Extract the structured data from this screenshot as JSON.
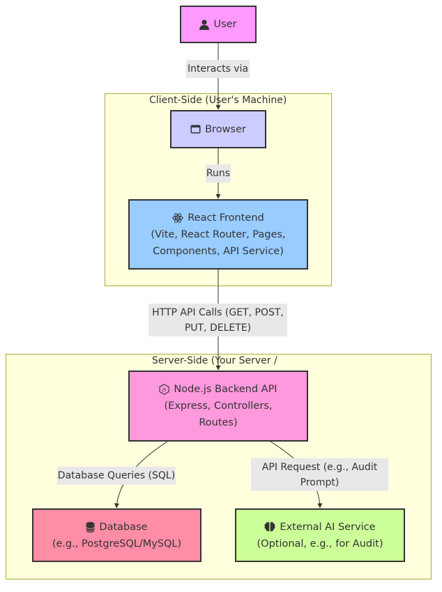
{
  "clusters": {
    "client": {
      "title": "Client-Side (User's Machine)"
    },
    "server": {
      "title": "Server-Side (Your Server /"
    }
  },
  "nodes": {
    "user": {
      "label": "User",
      "icon": "user-icon",
      "color": "#ff99ff"
    },
    "browser": {
      "label": "Browser",
      "icon": "window-icon",
      "color": "#ccccff"
    },
    "react": {
      "label": "React Frontend",
      "line2": "(Vite, React Router, Pages,",
      "line3": "Components, API Service)",
      "icon": "react-icon",
      "color": "#99ccff"
    },
    "node": {
      "label": "Node.js Backend API",
      "line2": "(Express, Controllers,",
      "line3": "Routes)",
      "icon": "nodejs-icon",
      "color": "#ff99dd"
    },
    "db": {
      "label": "Database",
      "line2": "(e.g., PostgreSQL/MySQL)",
      "icon": "database-icon",
      "color": "#ff8da6"
    },
    "ai": {
      "label": "External AI Service",
      "line2": "(Optional, e.g., for Audit)",
      "icon": "brain-icon",
      "color": "#ccff99"
    }
  },
  "edges": {
    "interacts": {
      "label": "Interacts via"
    },
    "runs": {
      "label": "Runs"
    },
    "http": {
      "line1": "HTTP API Calls (GET, POST,",
      "line2": "PUT, DELETE)"
    },
    "dbq": {
      "label": "Database Queries (SQL)"
    },
    "api": {
      "line1": "API Request (e.g., Audit",
      "line2": "Prompt)"
    }
  }
}
